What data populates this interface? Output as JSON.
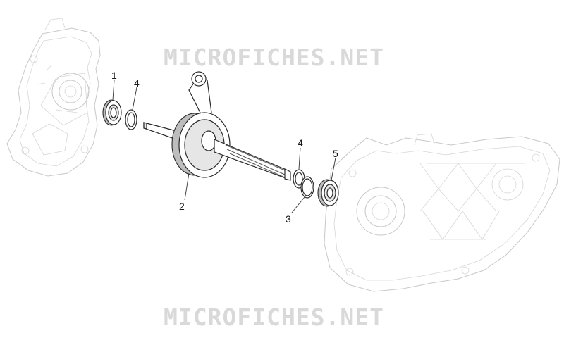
{
  "watermark": {
    "text": "MICROFICHES.NET"
  },
  "callouts": {
    "c1": "1",
    "c4a": "4",
    "c2": "2",
    "c4b": "4",
    "c5": "5",
    "c3": "3"
  },
  "colors": {
    "line": "#2a2a2a",
    "ghost": "#c8c8c8",
    "watermark": "#d9d9d9"
  }
}
